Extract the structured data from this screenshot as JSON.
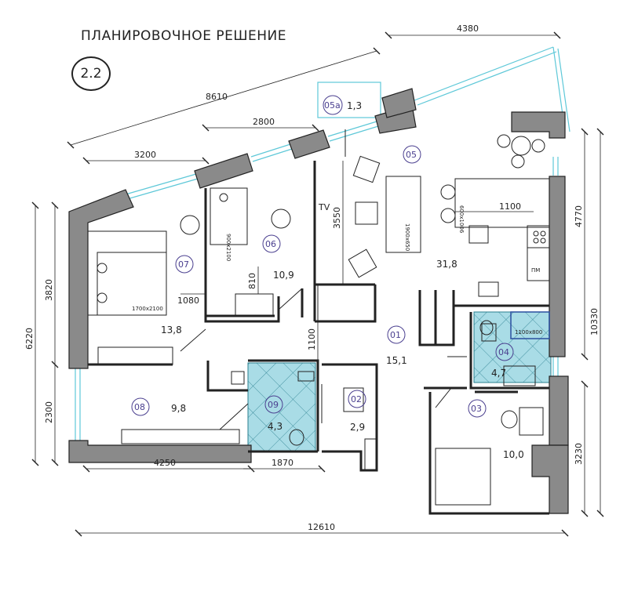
{
  "title": "ПЛАНИРОВОЧНОЕ РЕШЕНИЕ",
  "plan_number": "2.2",
  "dimensions": {
    "top_diag": "8610",
    "top_right": "4380",
    "d2800": "2800",
    "d3200": "3200",
    "d3550": "3550",
    "d1100_kitchen": "1100",
    "left_3820": "3820",
    "left_6220": "6220",
    "left_2300": "2300",
    "right_4770": "4770",
    "right_10330": "10330",
    "right_3230": "3230",
    "d1080": "1080",
    "d810": "810",
    "d1100_hall": "1100",
    "bottom_4250": "4250",
    "bottom_1870": "1870",
    "bottom_12610": "12610"
  },
  "rooms": [
    {
      "id": "01",
      "area": "15,1"
    },
    {
      "id": "02",
      "area": "2,9"
    },
    {
      "id": "03",
      "area": "10,0"
    },
    {
      "id": "04",
      "area": "4,7"
    },
    {
      "id": "05",
      "area": "31,8"
    },
    {
      "id": "05а",
      "area": "1,3"
    },
    {
      "id": "06",
      "area": "10,9"
    },
    {
      "id": "07",
      "area": "13,8"
    },
    {
      "id": "08",
      "area": "9,8"
    },
    {
      "id": "09",
      "area": "4,3"
    }
  ],
  "furniture_labels": {
    "bed_main": "1700x2100",
    "bed_small": "900x2100",
    "sofa": "1900x650",
    "tv": "TV",
    "shower": "1100x800",
    "kitchen_counter": "600x1006",
    "pm": "ПМ"
  },
  "colors": {
    "wall": "#8a8a8a",
    "wall_stroke": "#222222",
    "window": "#5ec8d8",
    "wet_zone": "#a9dce6",
    "room_number": "#4a3f8f",
    "lines": "#222222"
  }
}
